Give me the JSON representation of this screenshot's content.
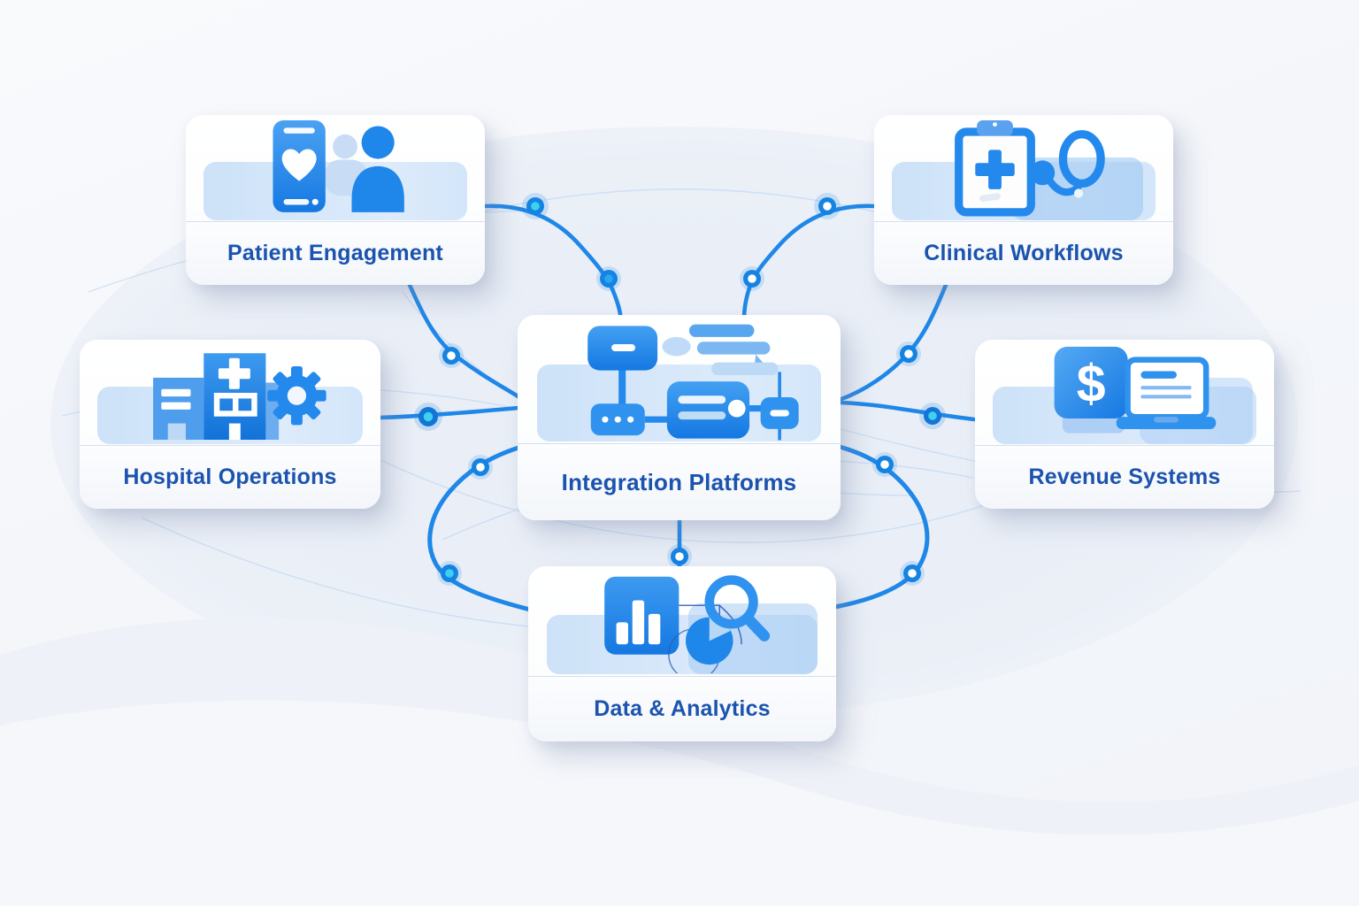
{
  "diagram": {
    "nodes": [
      {
        "id": "patient-engagement",
        "label": "Patient Engagement",
        "icon": "phone-heart-person-icon"
      },
      {
        "id": "clinical-workflows",
        "label": "Clinical Workflows",
        "icon": "clipboard-stethoscope-icon"
      },
      {
        "id": "hospital-operations",
        "label": "Hospital Operations",
        "icon": "hospital-building-gear-icon"
      },
      {
        "id": "integration-platforms",
        "label": "Integration Platforms",
        "icon": "workflow-pipeline-icon"
      },
      {
        "id": "revenue-systems",
        "label": "Revenue Systems",
        "icon": "dollar-laptop-icon"
      },
      {
        "id": "data-analytics",
        "label": "Data & Analytics",
        "icon": "bar-chart-pie-magnifier-icon"
      }
    ],
    "edges": [
      {
        "from": "patient-engagement",
        "to": "integration-platforms"
      },
      {
        "from": "clinical-workflows",
        "to": "integration-platforms"
      },
      {
        "from": "hospital-operations",
        "to": "integration-platforms"
      },
      {
        "from": "integration-platforms",
        "to": "revenue-systems"
      },
      {
        "from": "integration-platforms",
        "to": "data-analytics"
      },
      {
        "from": "patient-engagement",
        "to": "data-analytics"
      },
      {
        "from": "clinical-workflows",
        "to": "revenue-systems"
      }
    ],
    "glyphs": {
      "dollar": "$"
    },
    "colors": {
      "background": "#f4f6fa",
      "connector_line": "#1e87e8",
      "node_dot_ring": "#1583e2",
      "node_dot_inner_cyan": "#3fd0f0",
      "node_dot_inner_white": "#ffffff",
      "icon_primary": "#2489ec",
      "icon_light": "#7db7f2",
      "icon_pale": "#c8dff7",
      "label_text": "#1b53ae",
      "card_background": "#ffffff"
    }
  }
}
